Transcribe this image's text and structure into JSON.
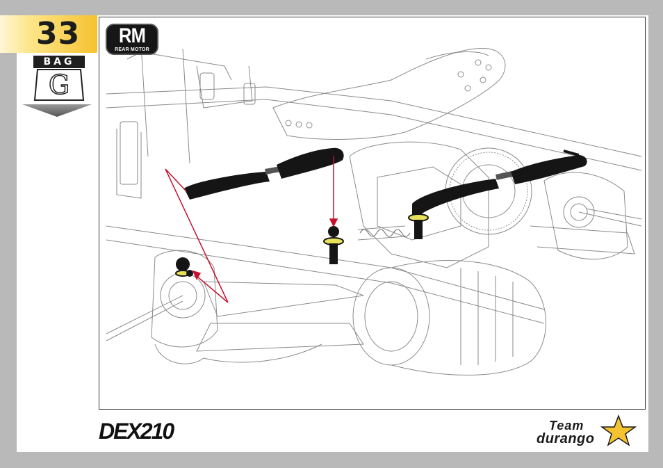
{
  "step": {
    "number": "33"
  },
  "bag": {
    "label": "BAG",
    "letter": "G"
  },
  "badge": {
    "code": "RM",
    "subtitle": "REAR MOTOR"
  },
  "footer": {
    "model_logo": "DEX210",
    "brand_line1": "Team",
    "brand_line2": "durango"
  },
  "colors": {
    "page_background": "#b9b9b9",
    "step_tab": "#f5c230",
    "arrow_red": "#c8102e",
    "washer_yellow": "#e8e25a",
    "part_black": "#151515"
  },
  "icons": [
    "down-arrow-icon",
    "star-icon"
  ]
}
